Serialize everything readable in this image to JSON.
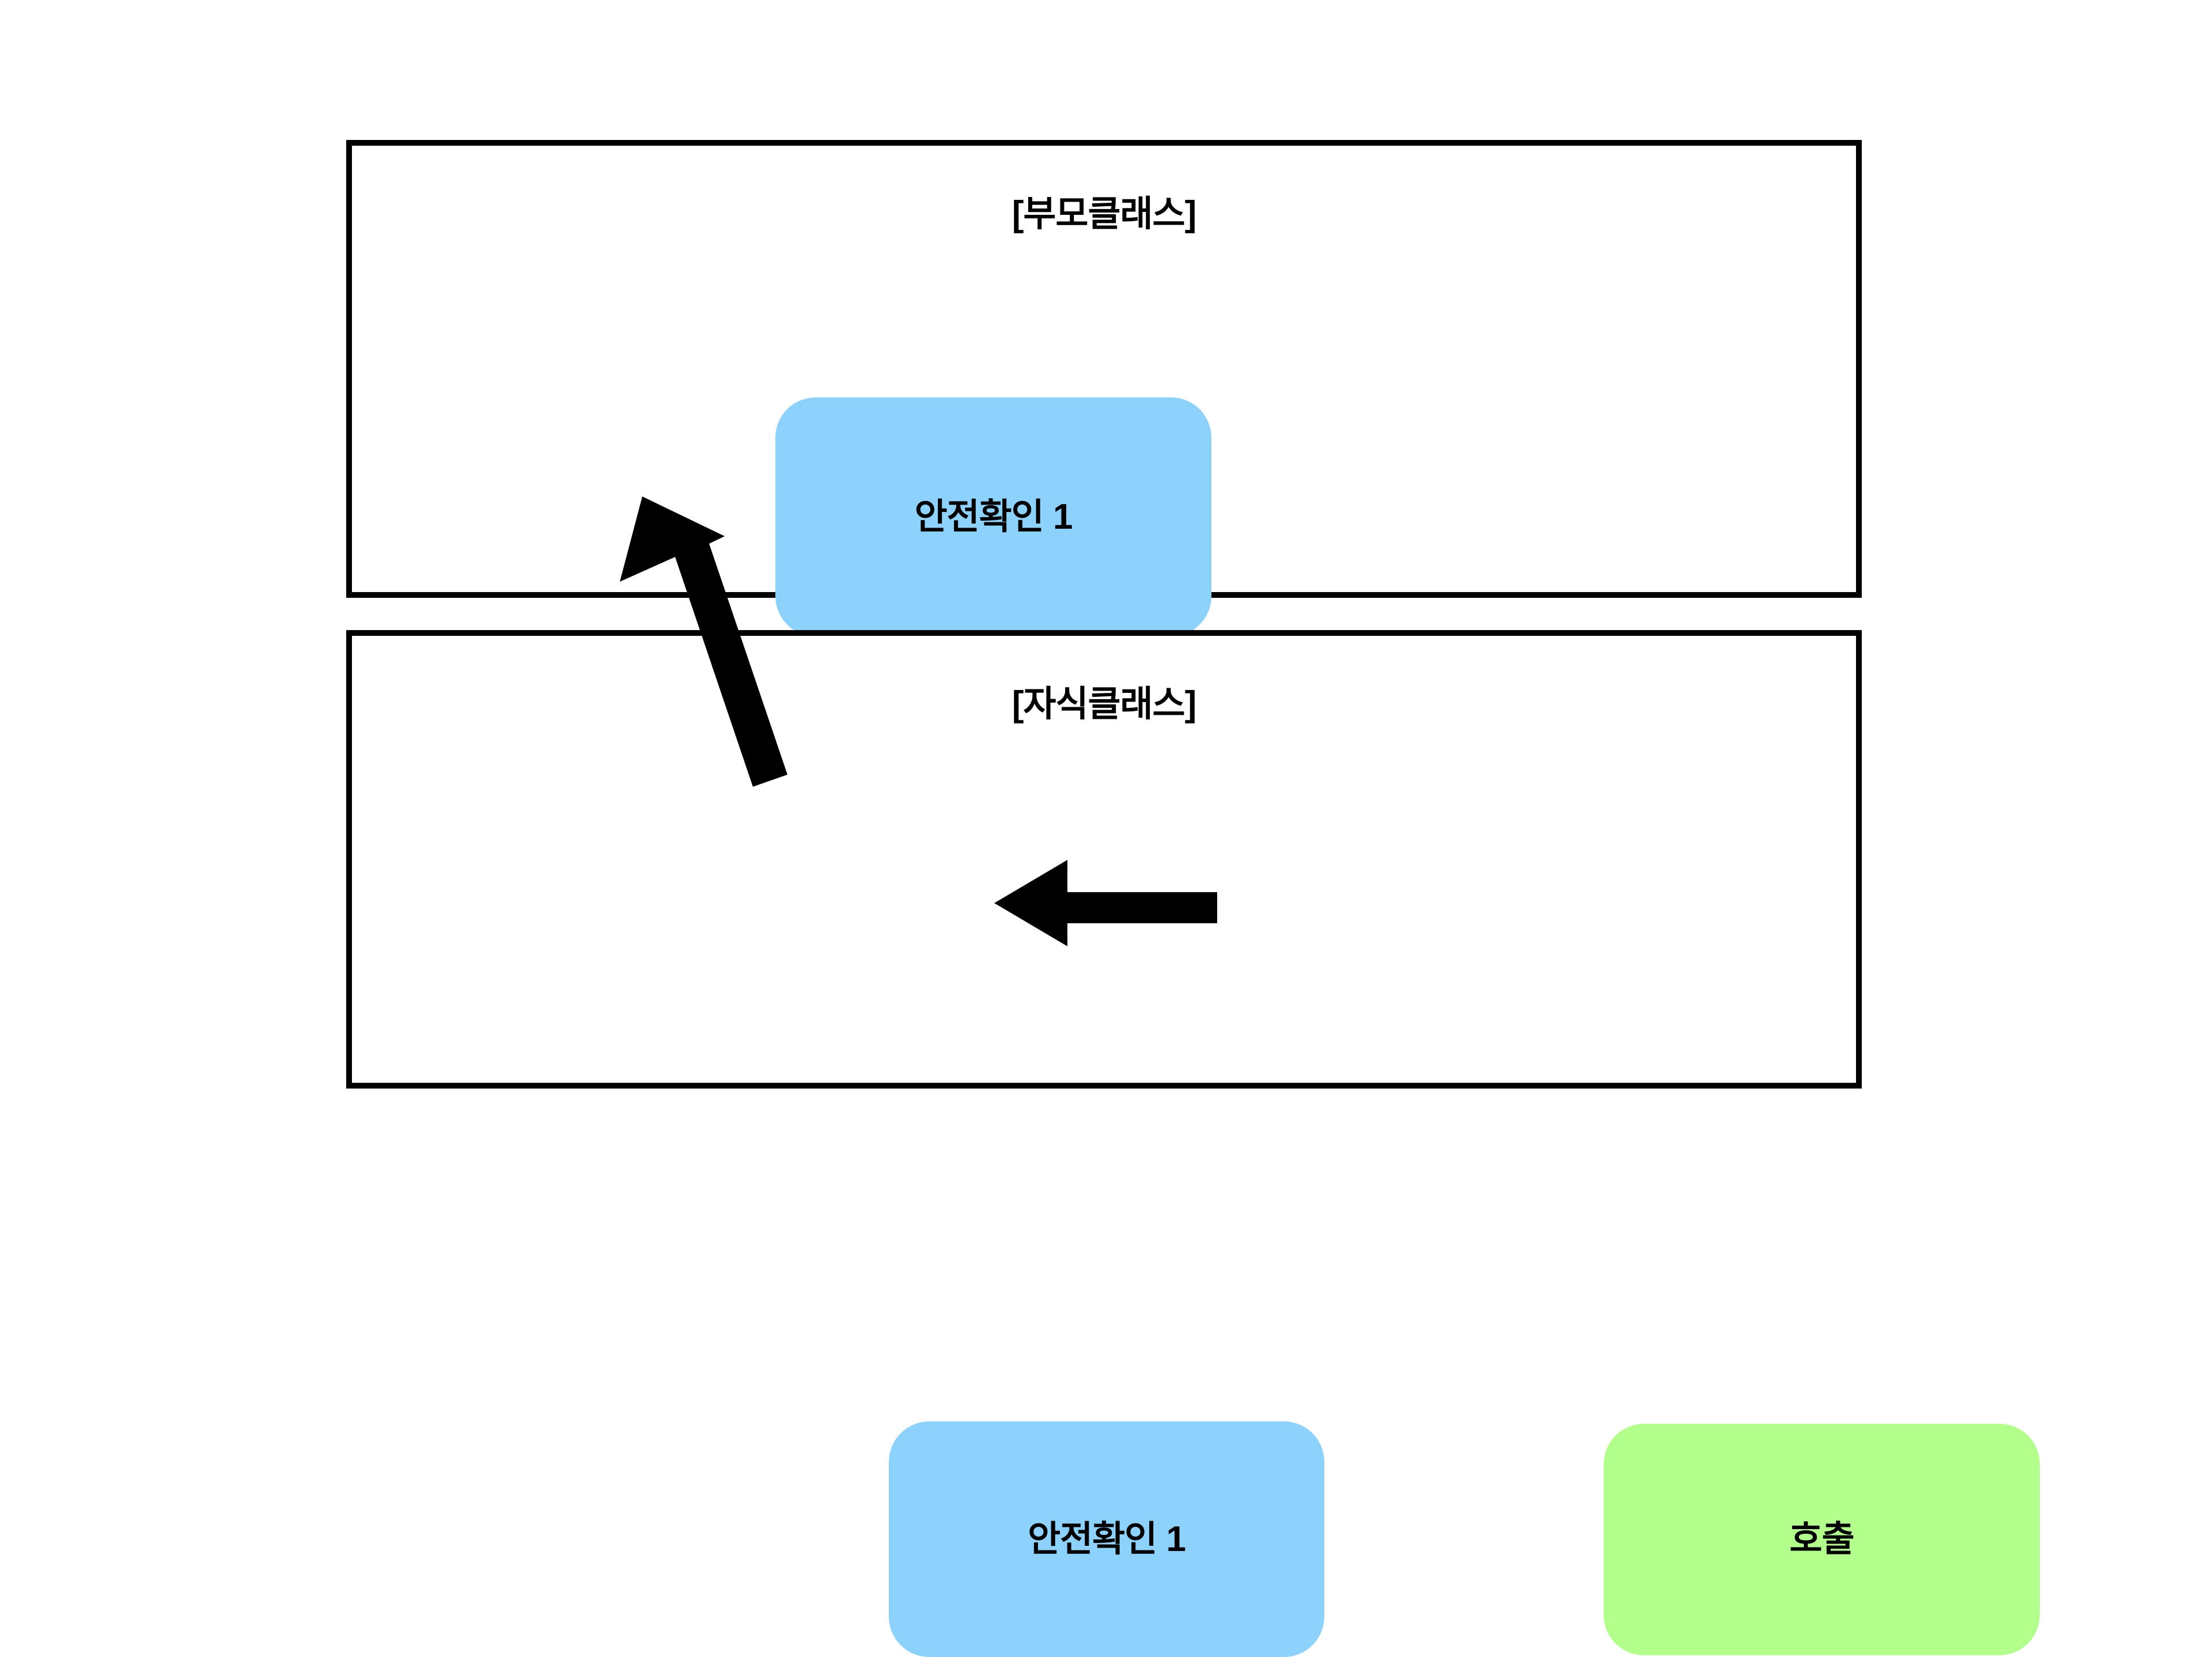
{
  "diagram": {
    "title_semantic": "method-override-inheritance-diagram",
    "background_color": "#ffffff",
    "border_color": "#000000",
    "panels": [
      {
        "id": "parent",
        "title": "[부모클래스]",
        "nodes": [
          {
            "id": "parent-method",
            "label": "안전확인 1",
            "color": "#8DD2FD",
            "shape": "rounded-rectangle"
          }
        ]
      },
      {
        "id": "child",
        "title": "[자식클래스]",
        "nodes": [
          {
            "id": "child-method",
            "label": "안전확인 1",
            "color": "#8DD2FD",
            "shape": "rounded-rectangle"
          },
          {
            "id": "call",
            "label": "호출",
            "color": "#B3FF8C",
            "shape": "rounded-rectangle"
          }
        ]
      }
    ],
    "arrows": [
      {
        "id": "override-arrow",
        "icon": "arrow-up-left-icon",
        "color": "#000000",
        "from": "child-method",
        "to": "parent-method",
        "direction": "diagonal-up-left"
      },
      {
        "id": "call-arrow",
        "icon": "arrow-left-icon",
        "color": "#000000",
        "from": "call",
        "to": "child-method",
        "direction": "left"
      }
    ]
  }
}
